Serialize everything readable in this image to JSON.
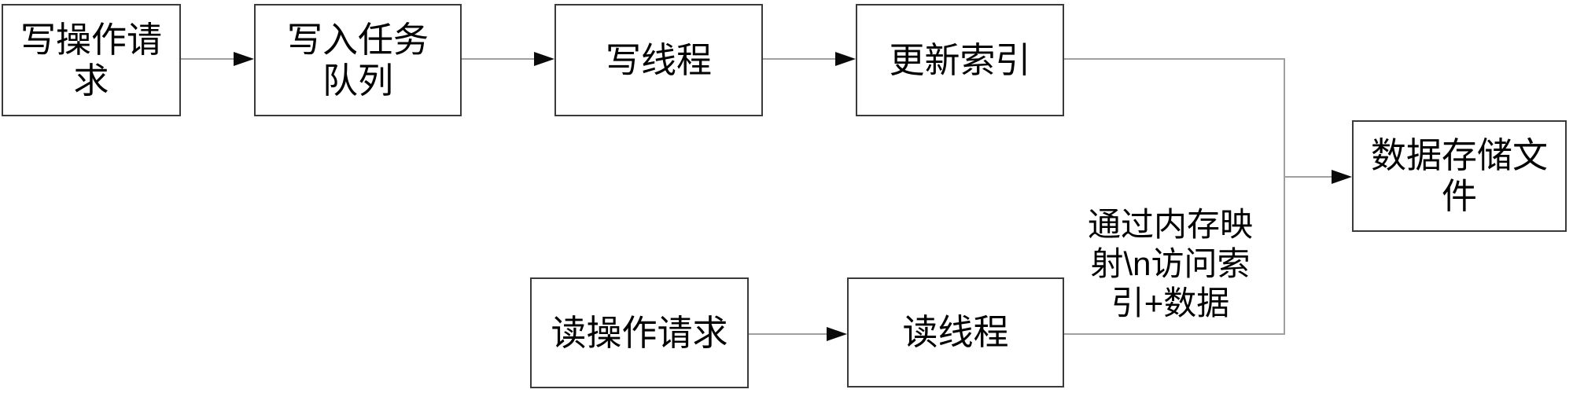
{
  "diagram": {
    "type": "flowchart",
    "background": "#ffffff",
    "colors": {
      "box_border": "#3a3a3a",
      "box_fill": "#ffffff",
      "connector_line": "#a0a0a0",
      "arrowhead": "#0a0a0a",
      "text": "#000000"
    },
    "nodes": [
      {
        "id": "write-request",
        "label": "写操作请\n求"
      },
      {
        "id": "write-task-queue",
        "label": "写入任务\n队列"
      },
      {
        "id": "write-thread",
        "label": "写线程"
      },
      {
        "id": "update-index",
        "label": "更新索引"
      },
      {
        "id": "data-storage-file",
        "label": "数据存储文\n件"
      },
      {
        "id": "read-request",
        "label": "读操作请求"
      },
      {
        "id": "read-thread",
        "label": "读线程"
      }
    ],
    "edges": [
      {
        "from": "write-request",
        "to": "write-task-queue",
        "arrow": true
      },
      {
        "from": "write-task-queue",
        "to": "write-thread",
        "arrow": true
      },
      {
        "from": "write-thread",
        "to": "update-index",
        "arrow": true
      },
      {
        "from": "update-index",
        "to": "data-storage-file",
        "arrow": true
      },
      {
        "from": "read-request",
        "to": "read-thread",
        "arrow": true
      },
      {
        "from": "read-thread",
        "to": "data-storage-file",
        "arrow": true,
        "label": "通过内存映射\\n访问索引+数据"
      }
    ],
    "edge_label_display": "通过内存映\n射\\n访问索\n引+数据"
  }
}
